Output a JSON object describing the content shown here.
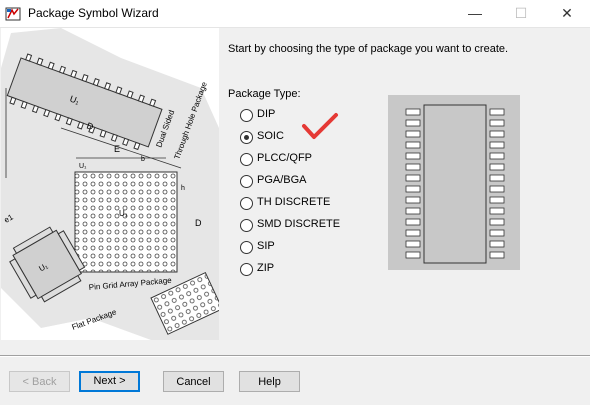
{
  "window": {
    "title": "Package Symbol Wizard",
    "minimize_glyph": "—",
    "maximize_glyph": "☐",
    "close_glyph": "✕"
  },
  "main": {
    "intro": "Start by choosing the type of package you want to create.",
    "package_type_label": "Package Type:",
    "options": [
      {
        "label": "DIP",
        "selected": false
      },
      {
        "label": "SOIC",
        "selected": true
      },
      {
        "label": "PLCC/QFP",
        "selected": false
      },
      {
        "label": "PGA/BGA",
        "selected": false
      },
      {
        "label": "TH DISCRETE",
        "selected": false
      },
      {
        "label": "SMD DISCRETE",
        "selected": false
      },
      {
        "label": "SIP",
        "selected": false
      },
      {
        "label": "ZIP",
        "selected": false
      }
    ]
  },
  "art": {
    "labels": {
      "e": "E",
      "u1": "U₁",
      "u1b": "U₁",
      "d": "D",
      "dual": "Dual Sided",
      "through": "Through Hole Package",
      "pga": "Pin Grid Array Package",
      "flat": "Flat Package",
      "e1": "e1",
      "h": "h",
      "b": "b",
      "u1c": "U₁"
    }
  },
  "buttons": {
    "back": "< Back",
    "next": "Next >",
    "cancel": "Cancel",
    "help": "Help"
  },
  "colors": {
    "accent": "#0078d7",
    "checkmark": "#e53935",
    "preview_bg": "#c8c8c8"
  }
}
